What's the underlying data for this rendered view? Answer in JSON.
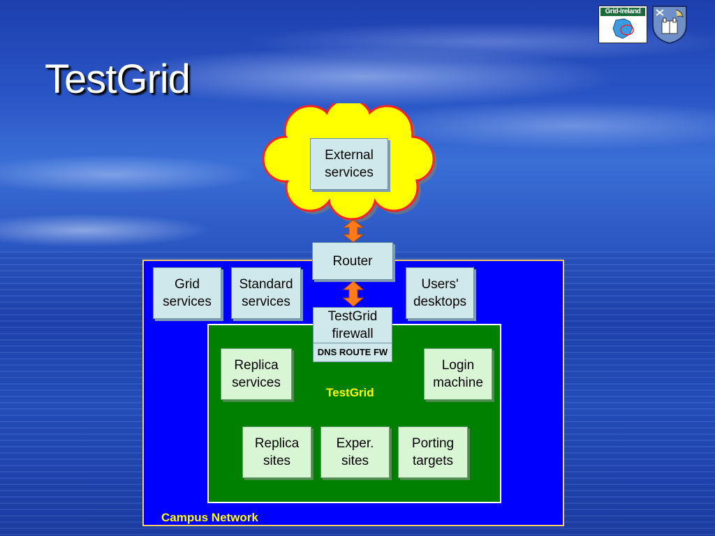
{
  "title": "TestGrid",
  "logos": {
    "grid_ireland_text": "Grid-Ireland",
    "grid_ireland_icon": "grid-ireland-logo",
    "crest_icon": "trinity-college-crest"
  },
  "colors": {
    "cloud": "#ffff00",
    "cloud_border": "#ff0000",
    "arrow": "#ff7a1a",
    "campus": "#0000ff",
    "testgrid": "#008000",
    "label_yellow": "#ffff00"
  },
  "diagram": {
    "cloud_box": "External\nservices",
    "router": "Router",
    "campus": {
      "label": "Campus Network",
      "grid_services": "Grid\nservices",
      "standard_services": "Standard\nservices",
      "users_desktops": "Users'\ndesktops"
    },
    "firewall": "TestGrid\nfirewall",
    "firewall_tag": "DNS ROUTE FW",
    "testgrid": {
      "label": "TestGrid",
      "replica_services": "Replica\nservices",
      "login_machine": "Login\nmachine",
      "replica_sites": "Replica\nsites",
      "exper_sites": "Exper.\nsites",
      "porting_targets": "Porting\ntargets"
    }
  }
}
